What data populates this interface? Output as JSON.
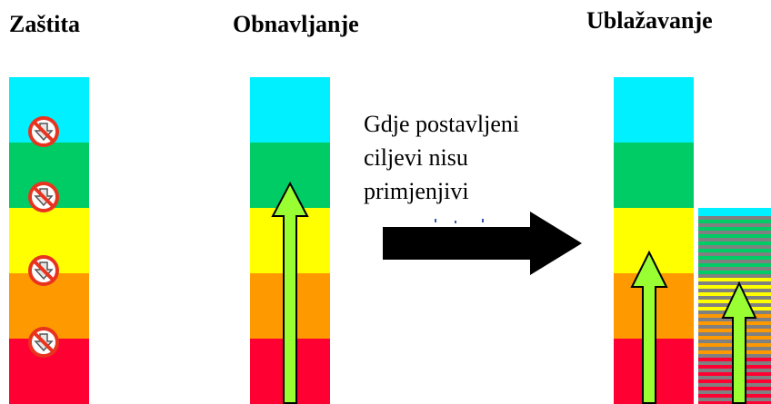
{
  "headings": {
    "protection": "Zaštita",
    "restoration": "Obnavljanje",
    "mitigation": "Ublažavanje"
  },
  "annotation": {
    "line1": "Gdje postavljeni",
    "line2": "ciljevi nisu",
    "line3": "primjenjivi"
  },
  "colors": {
    "band_1": "#00f0ff",
    "band_2": "#00cc66",
    "band_3": "#ffff00",
    "band_4": "#ff9900",
    "band_5": "#ff0033",
    "arrow_fill": "#99ff33",
    "stripe_gray": "#808080",
    "prohibition_red": "#e8341f",
    "main_arrow": "#000000"
  },
  "icons": {
    "protection_marker": "no-downgrade-icon",
    "progress_arrow": "up-arrow-icon",
    "transition_arrow": "right-arrow-icon"
  }
}
